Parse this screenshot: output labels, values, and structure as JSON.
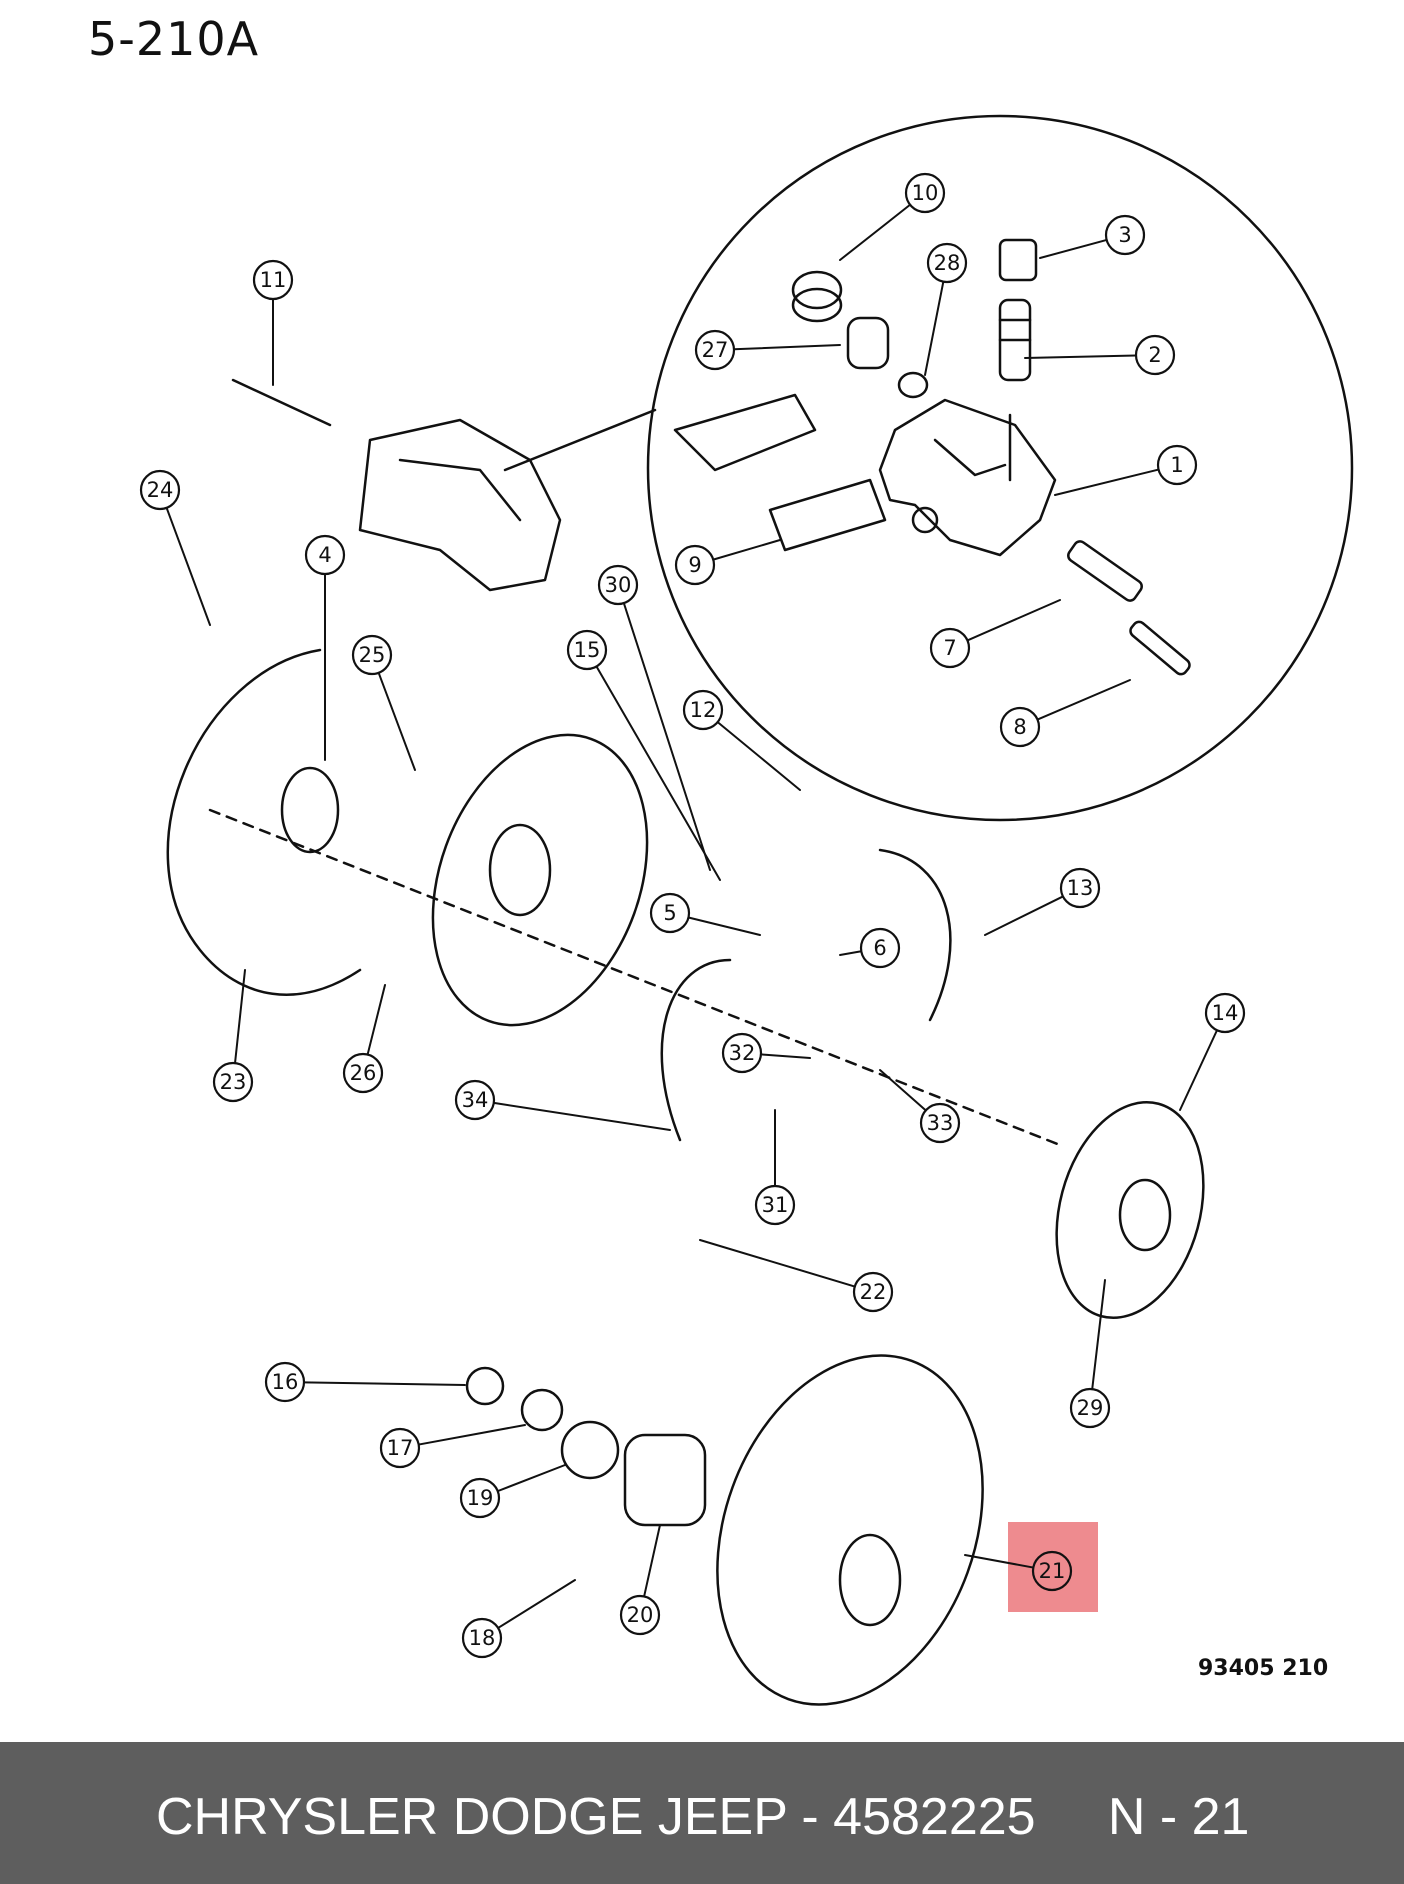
{
  "page_code": "5-210A",
  "figure_code": "93405 210",
  "footer": {
    "text": "CHRYSLER DODGE JEEP - 4582225     N - 21"
  },
  "highlight": {
    "label": "21",
    "color": "#ee8b8f"
  },
  "callouts": [
    {
      "label": "1",
      "name": "callout-1"
    },
    {
      "label": "2",
      "name": "callout-2"
    },
    {
      "label": "3",
      "name": "callout-3"
    },
    {
      "label": "4",
      "name": "callout-4"
    },
    {
      "label": "5",
      "name": "callout-5"
    },
    {
      "label": "6",
      "name": "callout-6"
    },
    {
      "label": "7",
      "name": "callout-7"
    },
    {
      "label": "8",
      "name": "callout-8"
    },
    {
      "label": "9",
      "name": "callout-9"
    },
    {
      "label": "10",
      "name": "callout-10"
    },
    {
      "label": "11",
      "name": "callout-11"
    },
    {
      "label": "12",
      "name": "callout-12"
    },
    {
      "label": "13",
      "name": "callout-13"
    },
    {
      "label": "14",
      "name": "callout-14"
    },
    {
      "label": "15",
      "name": "callout-15"
    },
    {
      "label": "16",
      "name": "callout-16"
    },
    {
      "label": "17",
      "name": "callout-17"
    },
    {
      "label": "18",
      "name": "callout-18"
    },
    {
      "label": "19",
      "name": "callout-19"
    },
    {
      "label": "20",
      "name": "callout-20"
    },
    {
      "label": "21",
      "name": "callout-21"
    },
    {
      "label": "22",
      "name": "callout-22"
    },
    {
      "label": "23",
      "name": "callout-23"
    },
    {
      "label": "24",
      "name": "callout-24"
    },
    {
      "label": "25",
      "name": "callout-25"
    },
    {
      "label": "26",
      "name": "callout-26"
    },
    {
      "label": "27",
      "name": "callout-27"
    },
    {
      "label": "28",
      "name": "callout-28"
    },
    {
      "label": "29",
      "name": "callout-29"
    },
    {
      "label": "30",
      "name": "callout-30"
    },
    {
      "label": "31",
      "name": "callout-31"
    },
    {
      "label": "32",
      "name": "callout-32"
    },
    {
      "label": "33",
      "name": "callout-33"
    },
    {
      "label": "34",
      "name": "callout-34"
    }
  ]
}
